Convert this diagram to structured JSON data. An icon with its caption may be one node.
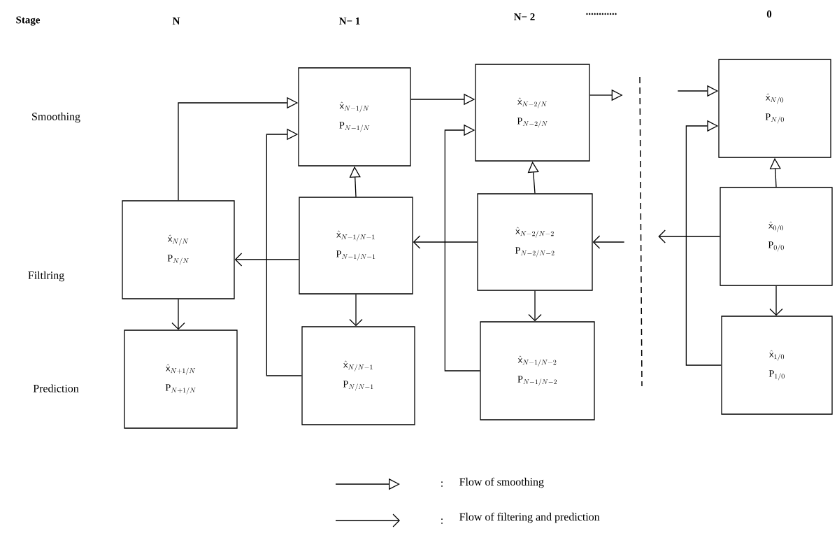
{
  "diagram": {
    "nodes": [
      {
        "text": [
          "\\hat{\\mathsf{x}}_{N-1/N}",
          "\\mathrm{P}_{N-1/N}"
        ]
      },
      {
        "text": [
          "\\hat{\\mathsf{x}}_{N-2/N}",
          "\\mathrm{P}_{N-2/N}"
        ]
      },
      {
        "text": [
          "\\hat{\\mathsf{x}}_{N/0}",
          "\\mathrm{P}_{N/0}"
        ]
      },
      {
        "text": [
          "\\hat{\\mathsf{x}}_{N/N}",
          "\\mathrm{P}_{N/N}"
        ]
      },
      {
        "text": [
          "\\hat{\\mathsf{x}}_{N-1/N-1}",
          "\\mathrm{P}_{N-1/N-1}"
        ]
      },
      {
        "text": [
          "\\hat{\\mathsf{x}}_{N-2/N-2}",
          "\\mathrm{P}_{N-2/N-2}"
        ]
      },
      {
        "text": [
          "\\hat{\\mathsf{x}}_{0/0}",
          "\\mathrm{P}_{0/0}"
        ]
      },
      {
        "text": [
          "\\hat{\\mathsf{x}}_{N+1/N}",
          "\\mathrm{P}_{N+1/N}"
        ]
      },
      {
        "text": [
          "\\hat{\\mathsf{x}}_{N/N-1}",
          "\\mathrm{P}_{N/N-1}"
        ]
      },
      {
        "text": [
          "\\hat{\\mathsf{x}}_{N-1/N-2}",
          "\\mathrm{P}_{N-1/N-2}"
        ]
      },
      {
        "text": [
          "\\hat{\\mathsf{x}}_{1/0}",
          "\\mathrm{P}_{1/0}"
        ]
      }
    ],
    "edges": [
      {
        "from": 3,
        "to": 0,
        "arrow": "to"
      },
      {
        "from": 8,
        "to": 0,
        "arrow": "to"
      },
      {
        "from": 4,
        "to": 0,
        "arrow": "to"
      },
      {
        "from": 0,
        "to": 1,
        "arrow": "to"
      },
      {
        "from": 9,
        "to": 1,
        "arrow": "to"
      },
      {
        "from": 5,
        "to": 1,
        "arrow": "to"
      },
      {
        "from": 1,
        "to": null,
        "arrow": "to"
      },
      {
        "from": null,
        "to": 2,
        "arrow": "to"
      },
      {
        "from": 10,
        "to": 2,
        "arrow": "to"
      },
      {
        "from": 6,
        "to": 2,
        "arrow": "to"
      },
      {
        "from": 4,
        "to": 3,
        "arrow": "to"
      },
      {
        "from": 5,
        "to": 4,
        "arrow": "to"
      },
      {
        "from": null,
        "to": 5,
        "arrow": "to"
      },
      {
        "from": 6,
        "to": null,
        "arrow": "to"
      },
      {
        "from": 3,
        "to": 7,
        "arrow": "to"
      },
      {
        "from": 4,
        "to": 8,
        "arrow": "to"
      },
      {
        "from": 5,
        "to": 9,
        "arrow": "to"
      },
      {
        "from": 6,
        "to": 10,
        "arrow": "to"
      }
    ],
    "labels": [
      "Stage",
      "N",
      "N− 1",
      "N− 2",
      "............",
      "0",
      "Smoothing",
      "Filtlring",
      "Prediction",
      ":",
      ":"
    ],
    "legend": [
      {
        "text": "Flow of smoothing"
      },
      {
        "text": "Flow of filtering and prediction"
      }
    ]
  }
}
